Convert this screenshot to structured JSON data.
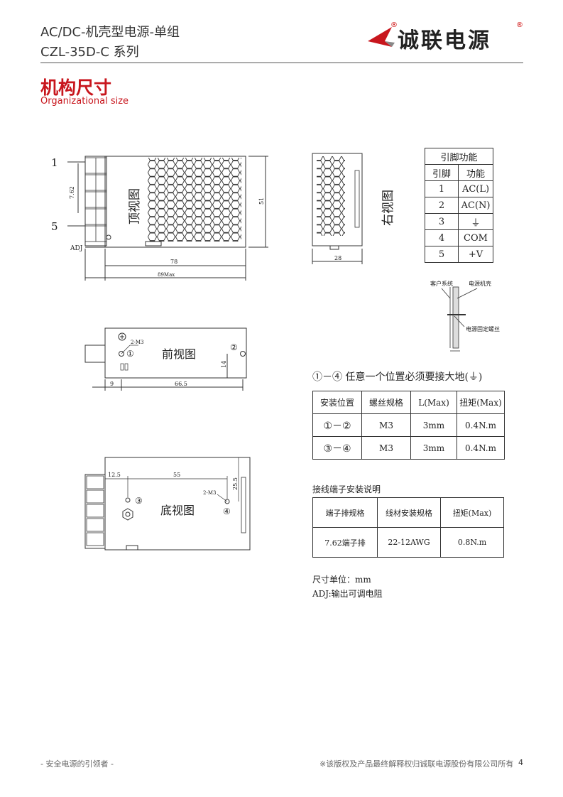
{
  "header": {
    "title_line1": "AC/DC-机壳型电源-单组",
    "title_line2": "CZL-35D-C 系列",
    "logo_text": "诚联电源",
    "reg_mark": "®"
  },
  "section": {
    "title_cn": "机构尺寸",
    "title_en": "Organizational size"
  },
  "top_view": {
    "label": "顶视图",
    "pin_first": "1",
    "pin_last": "5",
    "pitch": "7.62",
    "adj": "ADJ",
    "dim_width": "78",
    "dim_total": "89Max",
    "dim_height": "51"
  },
  "right_view": {
    "label": "右视图",
    "dim_depth": "28"
  },
  "pin_table": {
    "title": "引脚功能",
    "headers": [
      "引脚",
      "功能"
    ],
    "rows": [
      [
        "1",
        "AC(L)"
      ],
      [
        "2",
        "AC(N)"
      ],
      [
        "3",
        "⏚"
      ],
      [
        "4",
        "COM"
      ],
      [
        "5",
        "+V"
      ]
    ]
  },
  "mount_detail": {
    "label_system": "客户系统",
    "label_case": "电源机壳",
    "label_screw": "电源固定螺丝"
  },
  "front_view": {
    "label": "前视图",
    "hole1": "①",
    "hole2": "②",
    "screw": "2-M3",
    "dim_left": "9",
    "dim_span": "66.5",
    "dim_height": "14"
  },
  "bottom_view": {
    "label": "底视图",
    "hole3": "③",
    "hole4": "④",
    "screw": "2-M3",
    "dim_left": "12.5",
    "dim_span": "55",
    "dim_height": "25.5"
  },
  "mount_note": "①－④ 任意一个位置必须要接大地(⏚)",
  "install_table": {
    "headers": [
      "安装位置",
      "螺丝规格",
      "L(Max)",
      "扭矩(Max)"
    ],
    "rows": [
      [
        "①－②",
        "M3",
        "3mm",
        "0.4N.m"
      ],
      [
        "③－④",
        "M3",
        "3mm",
        "0.4N.m"
      ]
    ]
  },
  "terminal": {
    "title": "接线端子安装说明",
    "headers": [
      "端子排规格",
      "线材安装规格",
      "扭矩(Max)"
    ],
    "row": [
      "7.62端子排",
      "22-12AWG",
      "0.8N.m"
    ]
  },
  "notes": {
    "unit": "尺寸单位：mm",
    "adj": "ADJ:输出可调电阻"
  },
  "footer": {
    "left": "- 安全电源的引领者 -",
    "right": "※该版权及产品最终解释权归诚联电源股份有限公司所有",
    "page": "4"
  }
}
